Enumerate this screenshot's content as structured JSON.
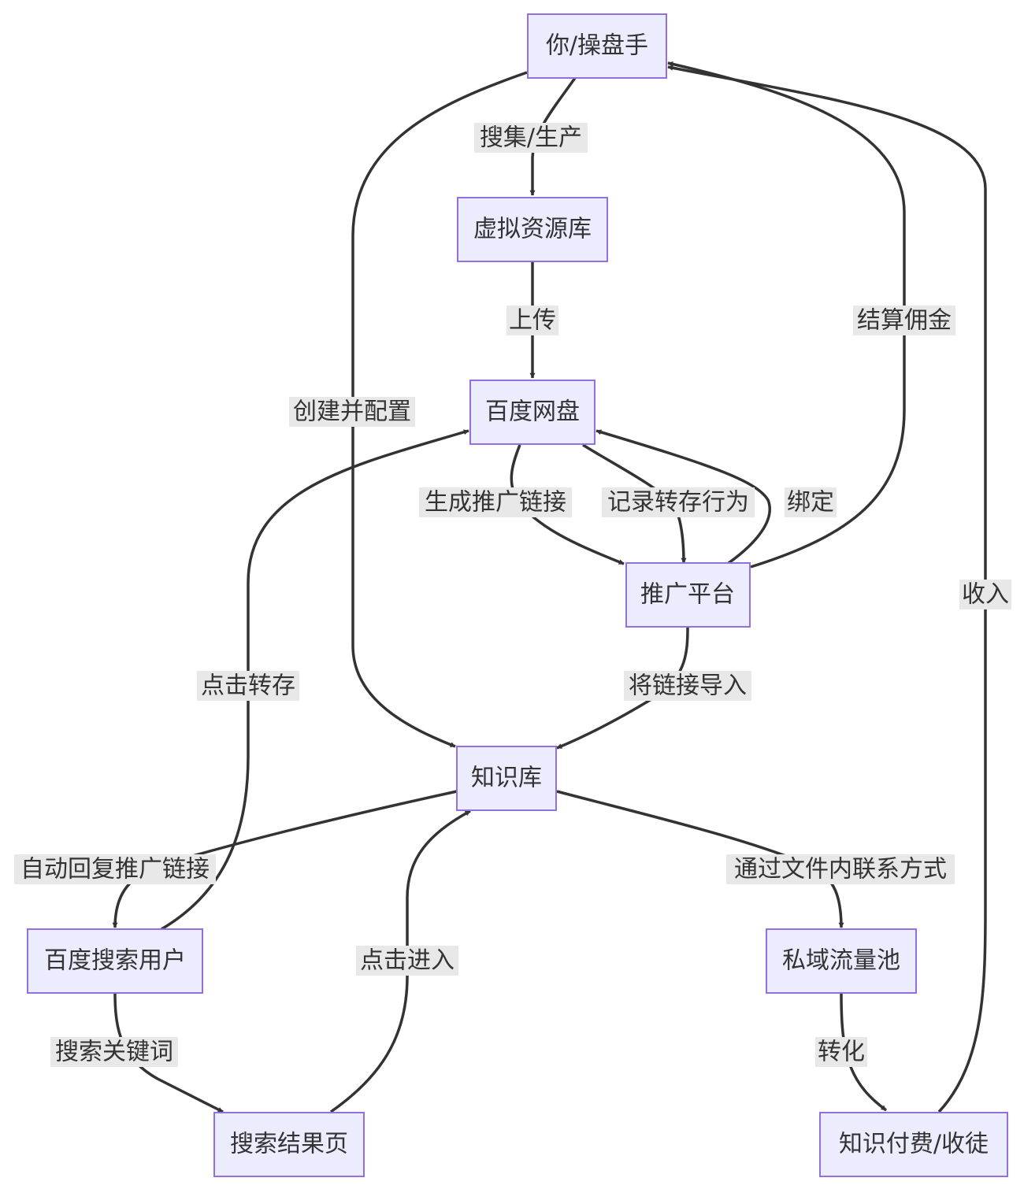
{
  "nodes": {
    "operator": "你/操盘手",
    "resource_library": "虚拟资源库",
    "baidu_pan": "百度网盘",
    "promo_platform": "推广平台",
    "knowledge_base": "知识库",
    "search_user": "百度搜索用户",
    "search_results": "搜索结果页",
    "private_traffic": "私域流量池",
    "paid_knowledge": "知识付费/收徒"
  },
  "edges": {
    "collect": "搜集/生产",
    "upload": "上传",
    "create_config": "创建并配置",
    "gen_link": "生成推广链接",
    "record_save": "记录转存行为",
    "bind": "绑定",
    "settle": "结算佣金",
    "income": "收入",
    "import_link": "将链接导入",
    "click_save": "点击转存",
    "auto_reply": "自动回复推广链接",
    "click_enter": "点击进入",
    "contact": "通过文件内联系方式",
    "search_kw": "搜索关键词",
    "convert": "转化"
  }
}
